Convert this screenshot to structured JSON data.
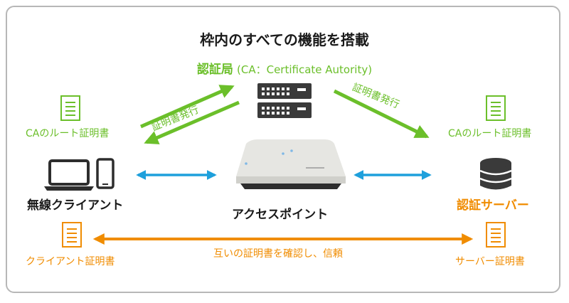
{
  "title": "枠内のすべての機能を搭載",
  "ca": {
    "label": "認証局",
    "sub": "(CA：Certificate Autority)"
  },
  "issue_left": "証明書発行",
  "issue_right": "証明書発行",
  "left_root_cert": "CAのルート証明書",
  "right_root_cert": "CAのルート証明書",
  "client_label": "無線クライアント",
  "ap_label": "アクセスポイント",
  "server_label": "認証サーバー",
  "client_cert": "クライアント証明書",
  "server_cert": "サーバー証明書",
  "mutual": "互いの証明書を確認し、信頼",
  "colors": {
    "green": "#6bbf2a",
    "orange": "#f08c00",
    "blue": "#1ea0dc",
    "dark": "#3a3a3a"
  }
}
